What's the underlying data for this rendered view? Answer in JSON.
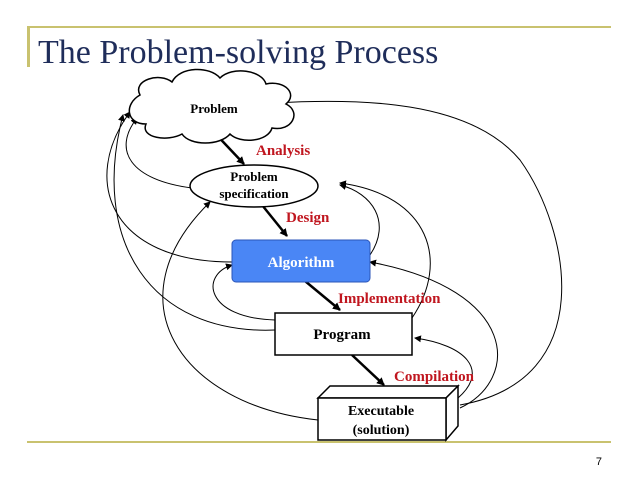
{
  "slide": {
    "title": "The Problem-solving Process",
    "page_number": "7"
  },
  "colors": {
    "title_text": "#1f2d5a",
    "accent_rule": "#c9c26f",
    "algorithm_fill": "#4a86f5",
    "algorithm_text": "#ffffff",
    "step_label": "#c0161f"
  },
  "diagram": {
    "nodes": {
      "problem": {
        "label": "Problem",
        "shape": "cloud"
      },
      "specification": {
        "lines": [
          "Problem",
          "specification"
        ],
        "shape": "ellipse"
      },
      "algorithm": {
        "label": "Algorithm",
        "shape": "rounded-rectangle"
      },
      "program": {
        "label": "Program",
        "shape": "rectangle"
      },
      "executable": {
        "lines": [
          "Executable",
          "(solution)"
        ],
        "shape": "3d-box"
      }
    },
    "steps": [
      {
        "label": "Analysis",
        "from": "problem",
        "to": "specification"
      },
      {
        "label": "Design",
        "from": "specification",
        "to": "algorithm"
      },
      {
        "label": "Implementation",
        "from": "algorithm",
        "to": "program"
      },
      {
        "label": "Compilation",
        "from": "program",
        "to": "executable"
      }
    ]
  }
}
